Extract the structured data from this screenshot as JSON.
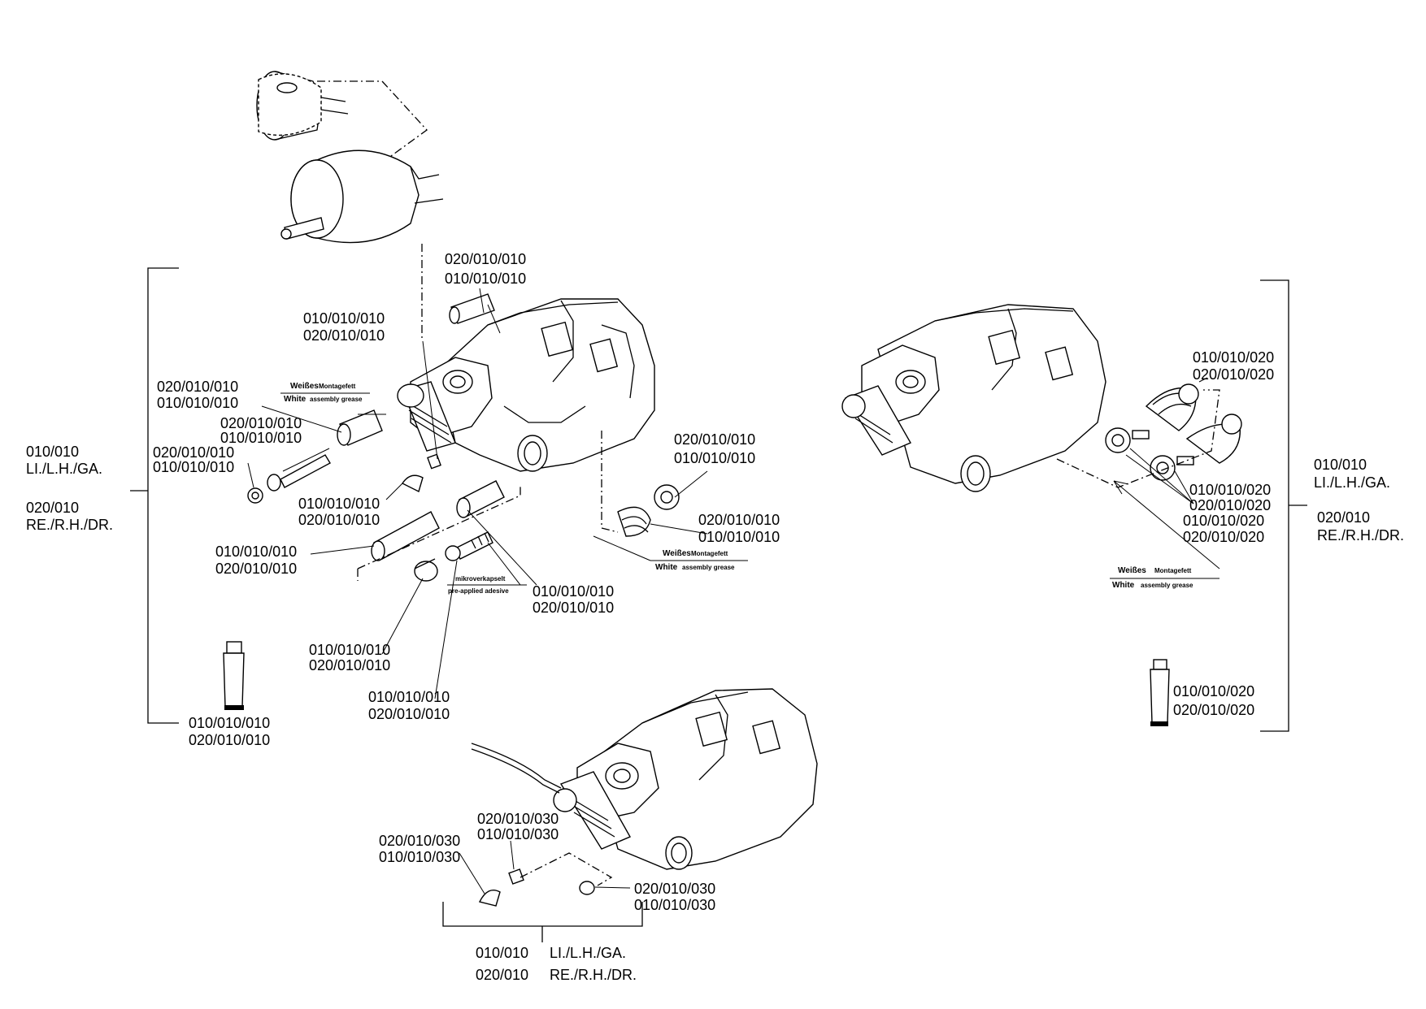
{
  "labels": {
    "top_pin_a": "020/010/010",
    "top_pin_b": "010/010/010",
    "body_a": "010/010/010",
    "body_b": "020/010/010",
    "sleeve_a": "020/010/010",
    "sleeve_b": "010/010/010",
    "bolt_a": "020/010/010",
    "bolt_b": "010/010/010",
    "ring_a": "020/010/010",
    "ring_b": "010/010/010",
    "cap_a": "010/010/010",
    "cap_b": "020/010/010",
    "tube_a": "010/010/010",
    "tube_b": "020/010/010",
    "screw_a": "010/010/010",
    "screw_b": "020/010/010",
    "disc_a": "010/010/010",
    "disc_b": "020/010/010",
    "bottom_screw_a": "010/010/010",
    "bottom_screw_b": "020/010/010",
    "tube_left_a": "010/010/010",
    "tube_left_b": "020/010/010",
    "boot_a": "020/010/010",
    "boot_b": "010/010/010",
    "boot2_a": "020/010/010",
    "boot2_b": "010/010/010",
    "rh_top_a": "010/010/020",
    "rh_top_b": "020/010/020",
    "rh_mid_a": "010/010/020",
    "rh_mid_b": "020/010/020",
    "rh_mid_c": "010/010/020",
    "rh_mid_d": "020/010/020",
    "rh_tube_a": "010/010/020",
    "rh_tube_b": "020/010/020",
    "bot_left_a": "020/010/030",
    "bot_left_b": "010/010/030",
    "bot_mid_a": "020/010/030",
    "bot_mid_b": "010/010/030",
    "bot_right_a": "020/010/030",
    "bot_right_b": "010/010/030"
  },
  "groups": {
    "left_code_1": "010/010",
    "left_side_1": "LI./L.H./GA.",
    "left_code_2": "020/010",
    "left_side_2": "RE./R.H./DR.",
    "right_code_1": "010/010",
    "right_side_1": "LI./L.H./GA.",
    "right_code_2": "020/010",
    "right_side_2": "RE./R.H./DR.",
    "bottom_code_1": "010/010",
    "bottom_side_1": "LI./L.H./GA.",
    "bottom_code_2": "020/010",
    "bottom_side_2": "RE./R.H./DR."
  },
  "notes": {
    "grease_de": "Weißes",
    "grease_de_small": "Montagefett",
    "grease_en": "White",
    "grease_en_small": "assembly grease",
    "adhesive_de": "mikroverkapselt",
    "adhesive_en": "pre-applied adesive"
  }
}
